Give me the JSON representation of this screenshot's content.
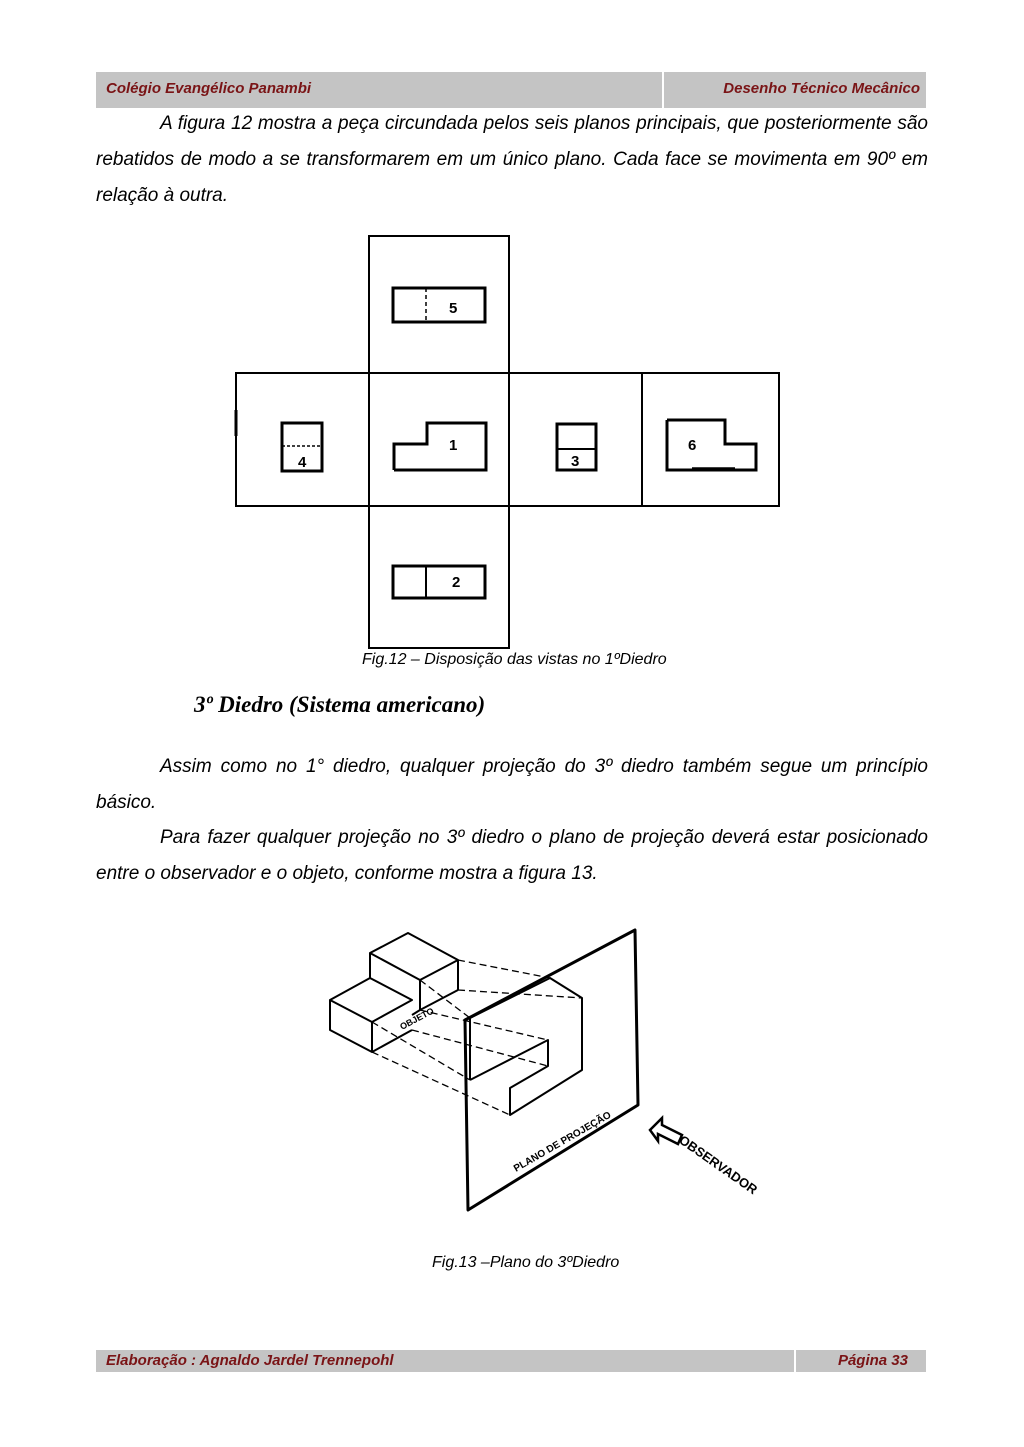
{
  "header": {
    "left": "Colégio Evangélico Panambi",
    "right": "Desenho Técnico Mecânico"
  },
  "paragraphs": {
    "p1": "A figura 12 mostra a peça circundada pelos seis planos principais, que posteriormente são rebatidos de modo a se transformarem em um único plano. Cada face se movimenta em 90º em relação à outra.",
    "p2": "Assim como no 1° diedro, qualquer projeção do 3º diedro também segue um princípio básico.",
    "p3": "Para fazer qualquer projeção no 3º diedro o plano de projeção deverá estar posicionado entre o observador e o objeto, conforme mostra a figura 13."
  },
  "figure12": {
    "caption": "Fig.12 – Disposição das vistas no 1ºDiedro",
    "view_labels": [
      "1",
      "2",
      "3",
      "4",
      "5",
      "6"
    ]
  },
  "section_heading": "3º Diedro (Sistema americano)",
  "figure13": {
    "caption": "Fig.13 –Plano do 3ºDiedro",
    "object_label": "OBJETO",
    "plane_label": "PLANO DE PROJEÇÃO",
    "observer_label": "OBSERVADOR"
  },
  "footer": {
    "left": "Elaboração : Agnaldo Jardel Trennepohl",
    "right": "Página 33"
  },
  "colors": {
    "bar_background": "#c4c4c4",
    "bar_text": "#7a1416"
  }
}
